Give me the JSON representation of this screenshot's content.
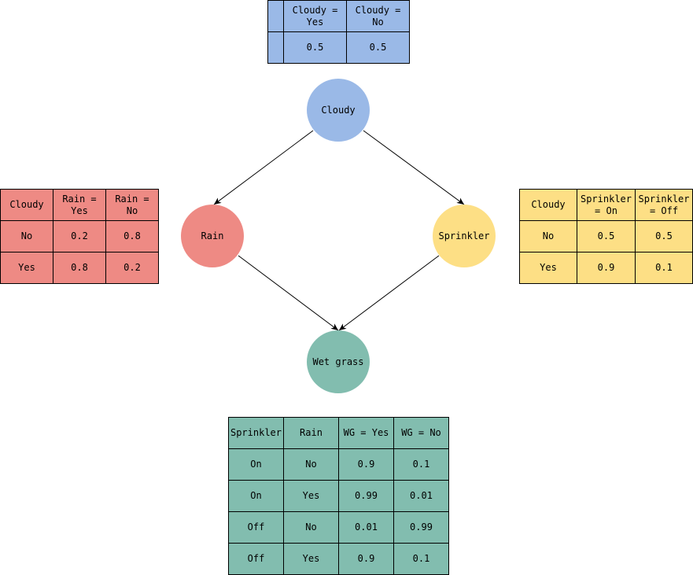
{
  "colors": {
    "cloudy": "#9ab9e7",
    "rain": "#ee8a84",
    "sprinkler": "#fddf85",
    "wetgrass": "#82bdaf"
  },
  "nodes": {
    "cloudy": "Cloudy",
    "rain": "Rain",
    "sprinkler": "Sprinkler",
    "wetgrass": "Wet grass"
  },
  "edges": [
    {
      "from": "Cloudy",
      "to": "Rain"
    },
    {
      "from": "Cloudy",
      "to": "Sprinkler"
    },
    {
      "from": "Rain",
      "to": "Wet grass"
    },
    {
      "from": "Sprinkler",
      "to": "Wet grass"
    }
  ],
  "tables": {
    "cloudy": {
      "header": [
        "",
        "Cloudy =\nYes",
        "Cloudy =\nNo"
      ],
      "rows": [
        [
          "",
          "0.5",
          "0.5"
        ]
      ]
    },
    "rain": {
      "header": [
        "Cloudy",
        "Rain =\nYes",
        "Rain =\nNo"
      ],
      "rows": [
        [
          "No",
          "0.2",
          "0.8"
        ],
        [
          "Yes",
          "0.8",
          "0.2"
        ]
      ]
    },
    "sprinkler": {
      "header": [
        "Cloudy",
        "Sprinkler\n= On",
        "Sprinkler\n= Off"
      ],
      "rows": [
        [
          "No",
          "0.5",
          "0.5"
        ],
        [
          "Yes",
          "0.9",
          "0.1"
        ]
      ]
    },
    "wetgrass": {
      "header": [
        "Sprinkler",
        "Rain",
        "WG = Yes",
        "WG = No"
      ],
      "rows": [
        [
          "On",
          "No",
          "0.9",
          "0.1"
        ],
        [
          "On",
          "Yes",
          "0.99",
          "0.01"
        ],
        [
          "Off",
          "No",
          "0.01",
          "0.99"
        ],
        [
          "Off",
          "Yes",
          "0.9",
          "0.1"
        ]
      ]
    }
  }
}
